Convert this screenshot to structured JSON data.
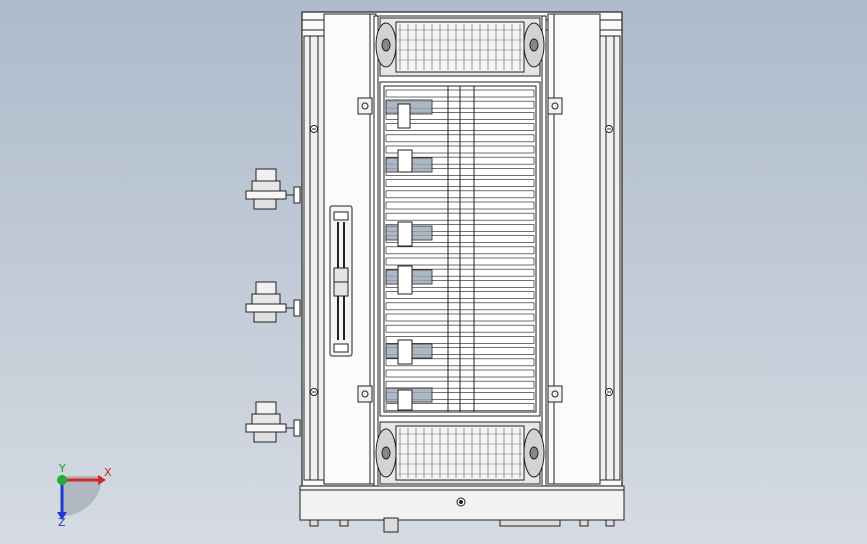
{
  "view": {
    "background_top": "#aebbcb",
    "background_bottom": "#d6dbe2",
    "line_color": "#222222"
  },
  "triad": {
    "x_label": "X",
    "y_label": "Y",
    "z_label": "Z",
    "x_color": "#d02a2a",
    "y_color": "#1fae33",
    "z_color": "#2438d0"
  }
}
